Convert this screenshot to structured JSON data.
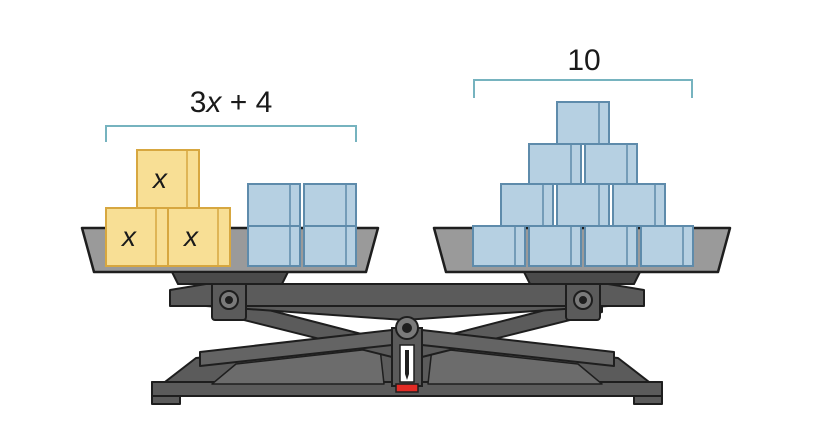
{
  "left_pan": {
    "expression": {
      "coef": "3",
      "var": "x",
      "op": " + 4"
    },
    "x_blocks": [
      {
        "label": "x"
      },
      {
        "label": "x"
      },
      {
        "label": "x"
      }
    ],
    "unit_blocks": 4
  },
  "right_pan": {
    "label": "10",
    "unit_blocks": 10
  },
  "colors": {
    "x_block": "#f8df95",
    "x_block_edge": "#d7a740",
    "unit_block": "#b6d0e2",
    "unit_block_edge": "#5e8bab",
    "scale_body": "#5b5b5b",
    "scale_outline": "#1e1e1e",
    "bracket": "#76b3bf",
    "indicator": "#e22b25"
  }
}
